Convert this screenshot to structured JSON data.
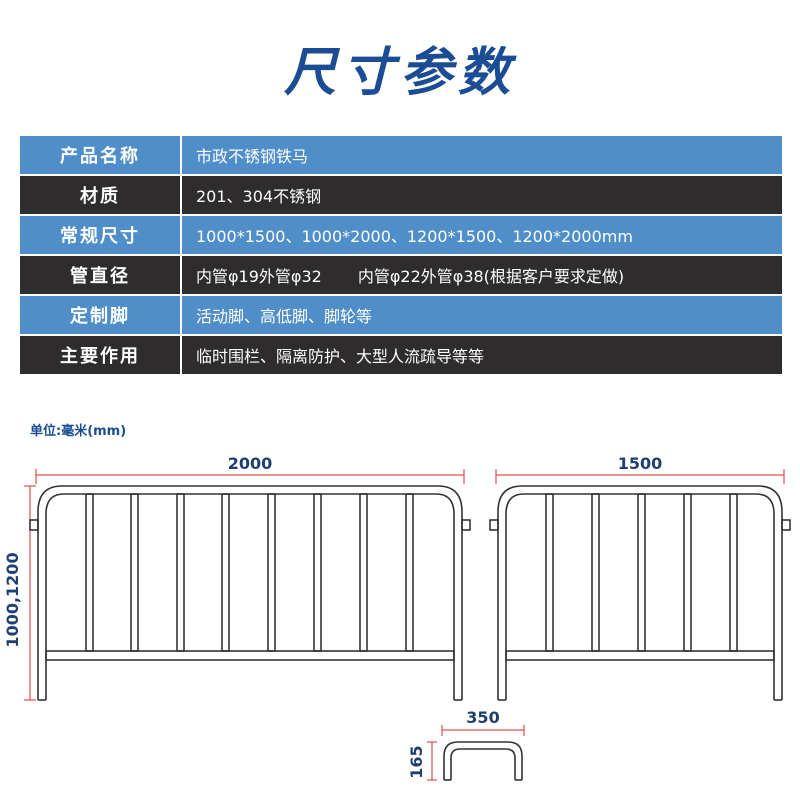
{
  "title": "尺寸参数",
  "specs": [
    {
      "label": "产品名称",
      "value": "市政不锈钢铁马"
    },
    {
      "label": "材质",
      "value": "201、304不锈钢"
    },
    {
      "label": "常规尺寸",
      "value": "1000*1500、1000*2000、1200*1500、1200*2000mm"
    },
    {
      "label": "管直径",
      "value_a": "内管φ19外管φ32",
      "value_b": "内管φ22外管φ38(根据客户要求定做)"
    },
    {
      "label": "定制脚",
      "value": "活动脚、高低脚、脚轮等"
    },
    {
      "label": "主要作用",
      "value": "临时围栏、隔离防护、大型人流疏导等等"
    }
  ],
  "unit_label": "单位:毫米(mm)",
  "dimensions": {
    "large_width": "2000",
    "small_width": "1500",
    "height": "1000,1200",
    "foot_width": "350",
    "foot_height": "165"
  },
  "colors": {
    "title": "#1a4d94",
    "row_blue": "#4f8ec9",
    "row_dark": "#2e2c2d",
    "dim_line": "#d9534f"
  }
}
